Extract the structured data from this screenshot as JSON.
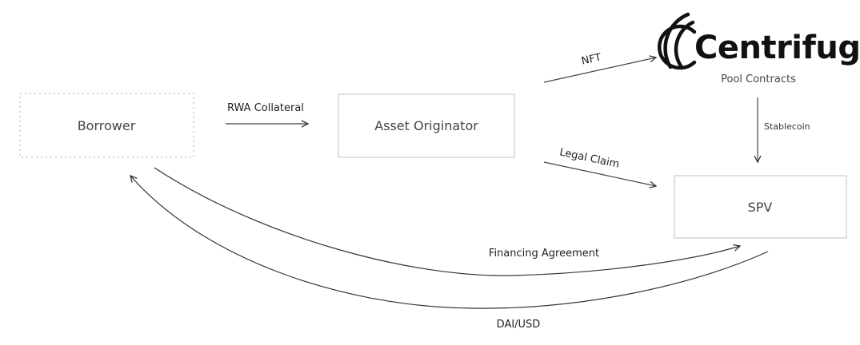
{
  "logo": {
    "brand": "Centrifuge",
    "subtitle": "Pool Contracts"
  },
  "nodes": {
    "borrower": "Borrower",
    "asset_originator": "Asset Originator",
    "spv": "SPV"
  },
  "edges": {
    "rwa_collateral": "RWA Collateral",
    "nft": "NFT",
    "legal_claim": "Legal Claim",
    "stablecoin": "Stablecoin",
    "financing_agreement": "Financing Agreement",
    "dai_usd": "DAI/USD"
  }
}
